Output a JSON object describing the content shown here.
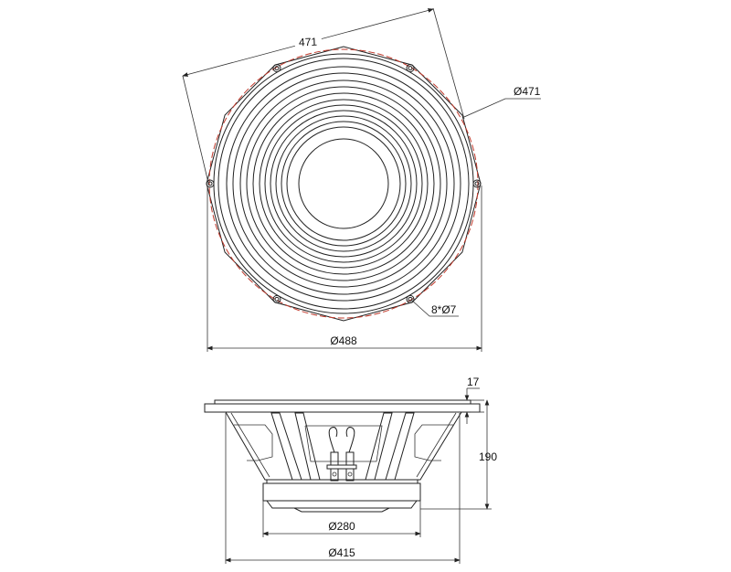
{
  "drawing": {
    "top_view": {
      "dim_flat_to_flat": "471",
      "dim_bolt_circle": "Ø471",
      "dim_mounting_holes": "8*Ø7",
      "dim_outer_diameter": "Ø488"
    },
    "side_view": {
      "dim_flange_thickness": "17",
      "dim_depth": "190",
      "dim_magnet_diameter": "Ø280",
      "dim_basket_diameter": "Ø415"
    },
    "colors": {
      "line": "#222222",
      "bolt_circle": "#c0392b"
    }
  }
}
